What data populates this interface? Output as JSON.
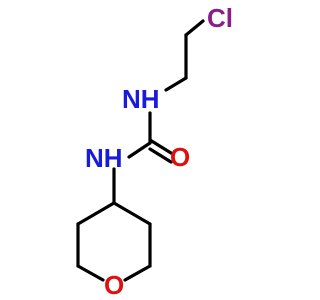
{
  "molecule": {
    "atoms": {
      "chlorine": "Cl",
      "amine_top": "NH",
      "amine_bottom": "NH",
      "carbonyl_oxygen": "O",
      "ring_oxygen": "O"
    },
    "colors": {
      "bond": "#000000",
      "chlorine": "#8b1d8b",
      "nitrogen": "#1a1adb",
      "oxygen": "#e01010"
    }
  }
}
